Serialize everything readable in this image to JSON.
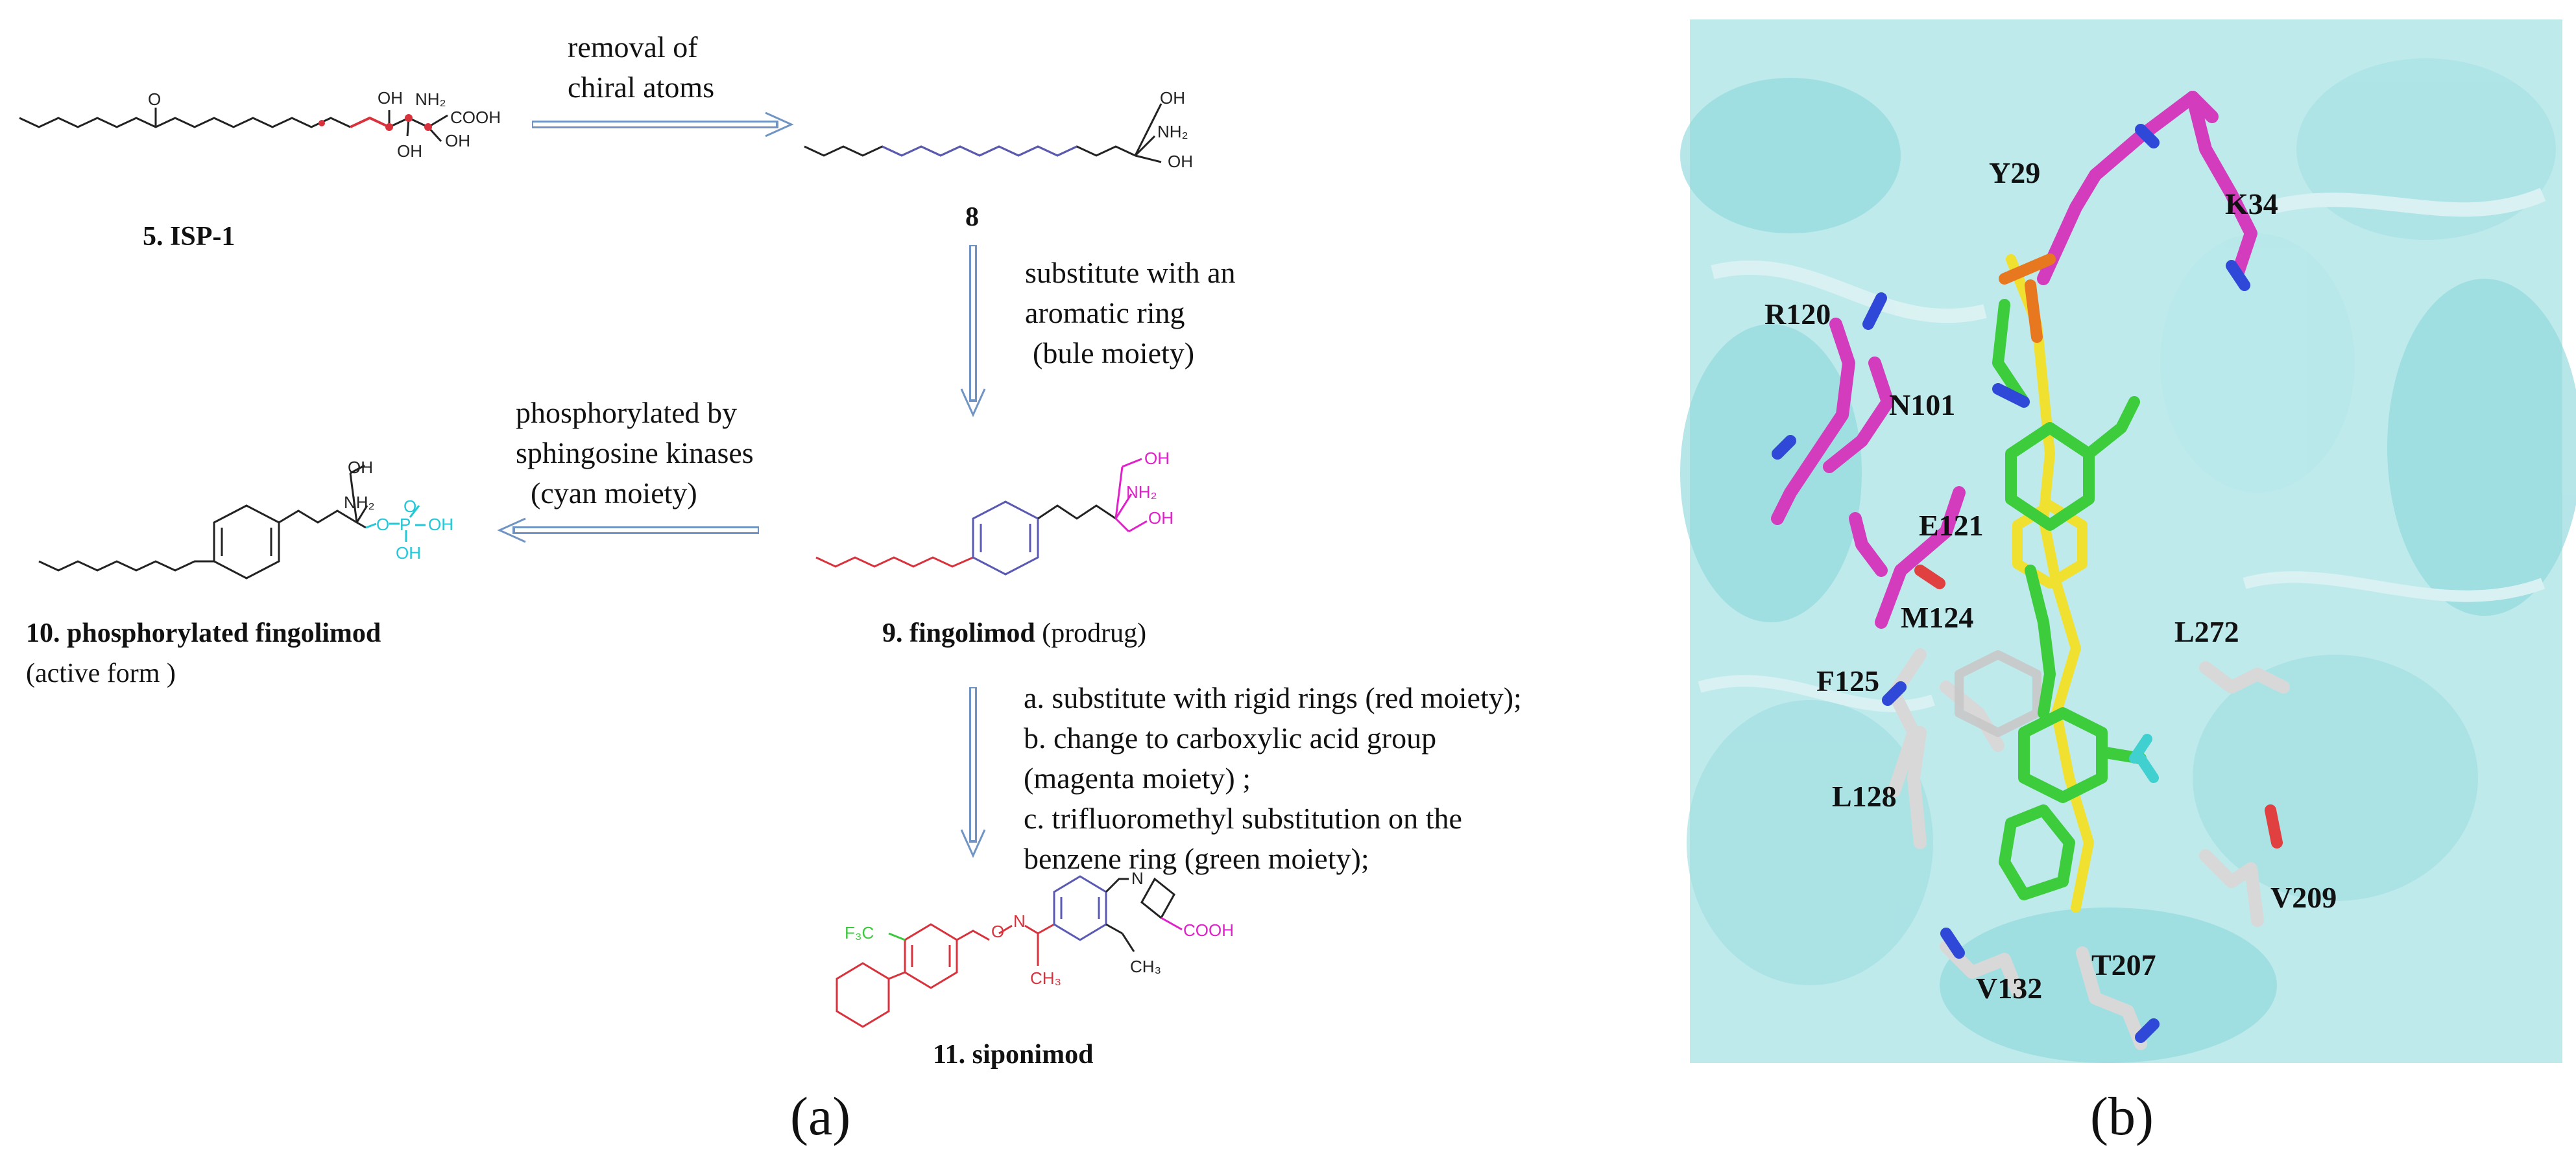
{
  "panel_a": {
    "steps": {
      "step1": [
        "removal of",
        "chiral atoms"
      ],
      "step2": [
        "substitute with an",
        "aromatic ring",
        "(bule moiety)"
      ],
      "step3": [
        "phosphorylated by",
        "sphingosine kinases",
        "(cyan moiety)"
      ],
      "step4": [
        "a. substitute with  rigid rings (red moiety);",
        "b. change to carboxylic acid group",
        "(magenta moiety) ;",
        "c. trifluoromethyl substitution on the",
        "benzene ring (green  moiety);"
      ]
    },
    "compounds": {
      "c5": "5. ISP-1",
      "c8": "8",
      "c9_bold": "9. fingolimod",
      "c9_rest": " (prodrug)",
      "c10_bold": "10. phosphorylated fingolimod",
      "c10_rest": "(active form )",
      "c11": "11. siponimod"
    },
    "atoms": {
      "oh": "OH",
      "nh2": "NH₂",
      "cooh": "COOH",
      "o": "O",
      "p": "P",
      "n": "N",
      "cf3": "F₃C",
      "ch3": "CH₃",
      "ch3b": "CH₃"
    },
    "label": "(a)"
  },
  "panel_b": {
    "label": "(b)",
    "residues": [
      "Y29",
      "K34",
      "R120",
      "N101",
      "E121",
      "M124",
      "F125",
      "L128",
      "L272",
      "V209",
      "V132",
      "T207"
    ]
  },
  "colors": {
    "aromatic_blue": "#5a5ab4",
    "chain_red": "#d8323c",
    "magenta": "#e020c8",
    "cyan": "#20c8d8",
    "green": "#3cc83c",
    "arrow": "#7094c4",
    "protein": "#aee6e8"
  }
}
